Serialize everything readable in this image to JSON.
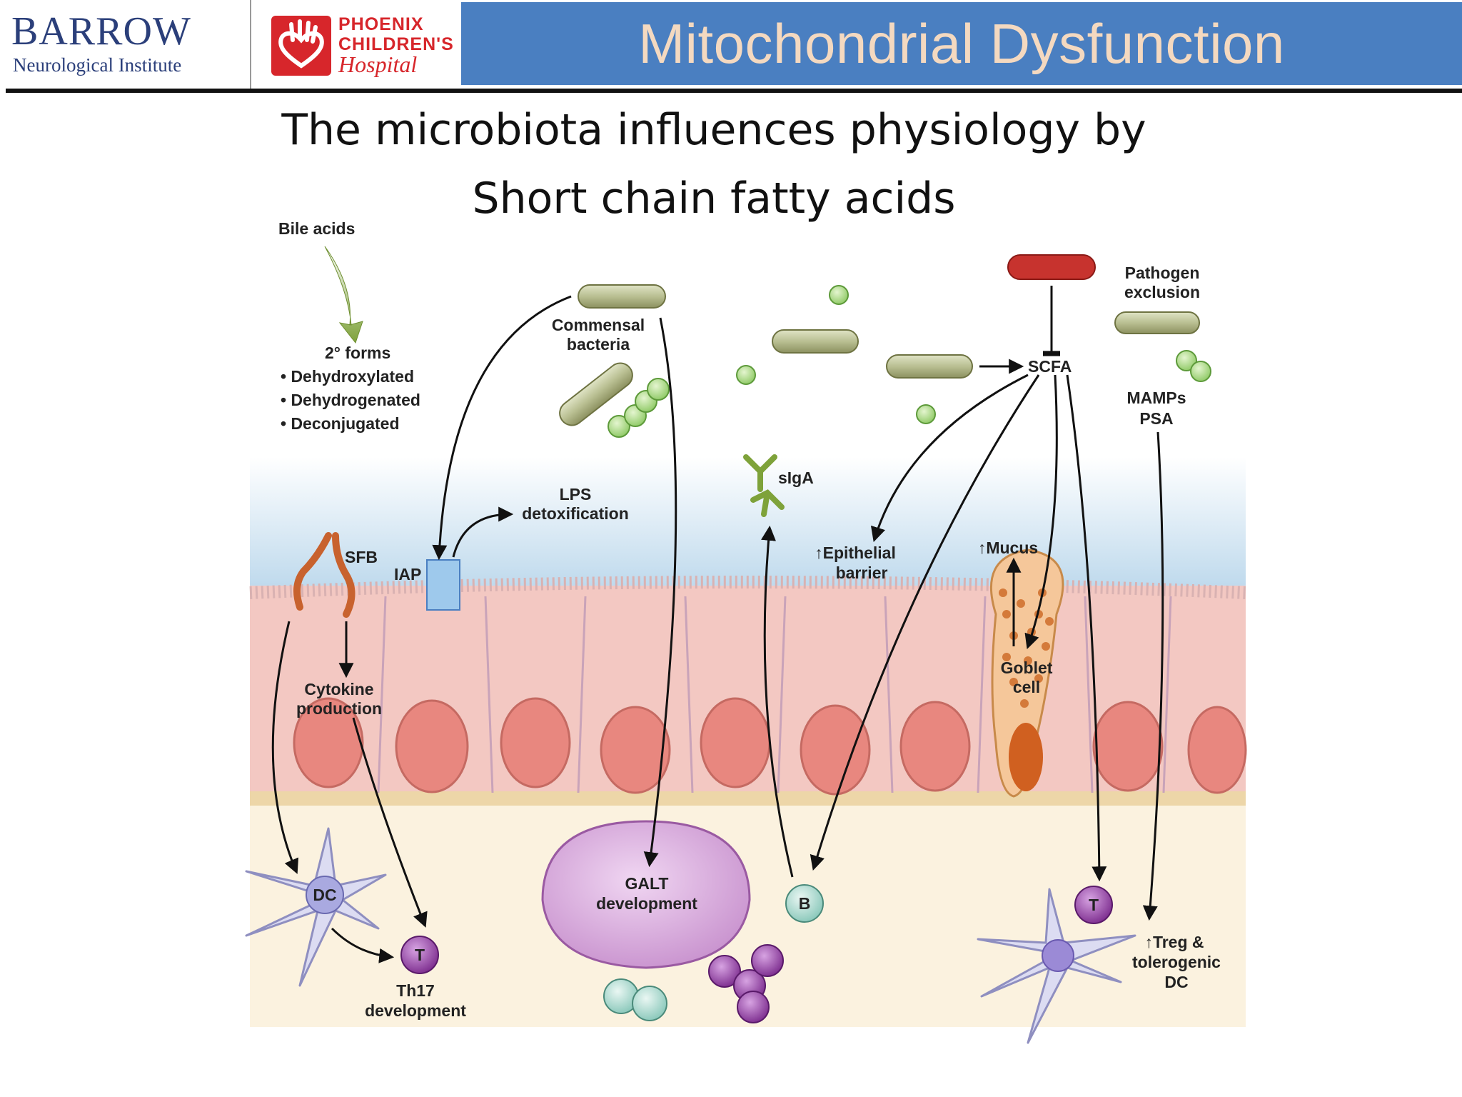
{
  "header": {
    "title": "Mitochondrial Dysfunction",
    "barrow": {
      "name": "BARROW",
      "subtitle": "Neurological Institute"
    },
    "phoenix": {
      "line1": "PHOENIX",
      "line2": "CHILDREN'S",
      "line3": "Hospital"
    }
  },
  "subtitle": {
    "line1": "The microbiota influences physiology by",
    "line2": "Short chain fatty acids"
  },
  "diagram": {
    "bile_acids": "Bile acids",
    "forms_title": "2° forms",
    "forms": [
      "• Dehydroxylated",
      "• Dehydrogenated",
      "• Deconjugated"
    ],
    "commensal_line1": "Commensal",
    "commensal_line2": "bacteria",
    "pathogen_line1": "Pathogen",
    "pathogen_line2": "exclusion",
    "scfa": "SCFA",
    "mamps_line1": "MAMPs",
    "mamps_line2": "PSA",
    "siga": "sIgA",
    "lps_line1": "LPS",
    "lps_line2": "detoxification",
    "sfb": "SFB",
    "iap": "IAP",
    "epithelial_line1": "↑Epithelial",
    "epithelial_line2": "barrier",
    "mucus": "↑Mucus",
    "goblet_line1": "Goblet",
    "goblet_line2": "cell",
    "cytokine_line1": "Cytokine",
    "cytokine_line2": "production",
    "galt_line1": "GALT",
    "galt_line2": "development",
    "dc": "DC",
    "t": "T",
    "b": "B",
    "th17_line1": "Th17",
    "th17_line2": "development",
    "treg_line1": "↑Treg &",
    "treg_line2": "tolerogenic",
    "treg_line3": "DC"
  },
  "colors": {
    "title_bar": "#4a7fc1",
    "title_text": "#f4d9c0",
    "barrow_blue": "#2b3f7a",
    "phoenix_red": "#d7262b",
    "lumen_blue": "#bcd8ec",
    "epithelium_pink": "#f3c8c2",
    "nucleus": "#e8877f",
    "lamina": "#fbf2df",
    "bacteria_rod": "#b9bf92",
    "cocci": "#9fd27a",
    "galt": "#d4a6d8",
    "lymphocyte": "#8a3a9c",
    "b_cell": "#a9d8cf"
  },
  "icons": {
    "barrow_logo": "barrow-logo",
    "phoenix_logo": "phoenix-childrens-hand-heart-logo"
  }
}
